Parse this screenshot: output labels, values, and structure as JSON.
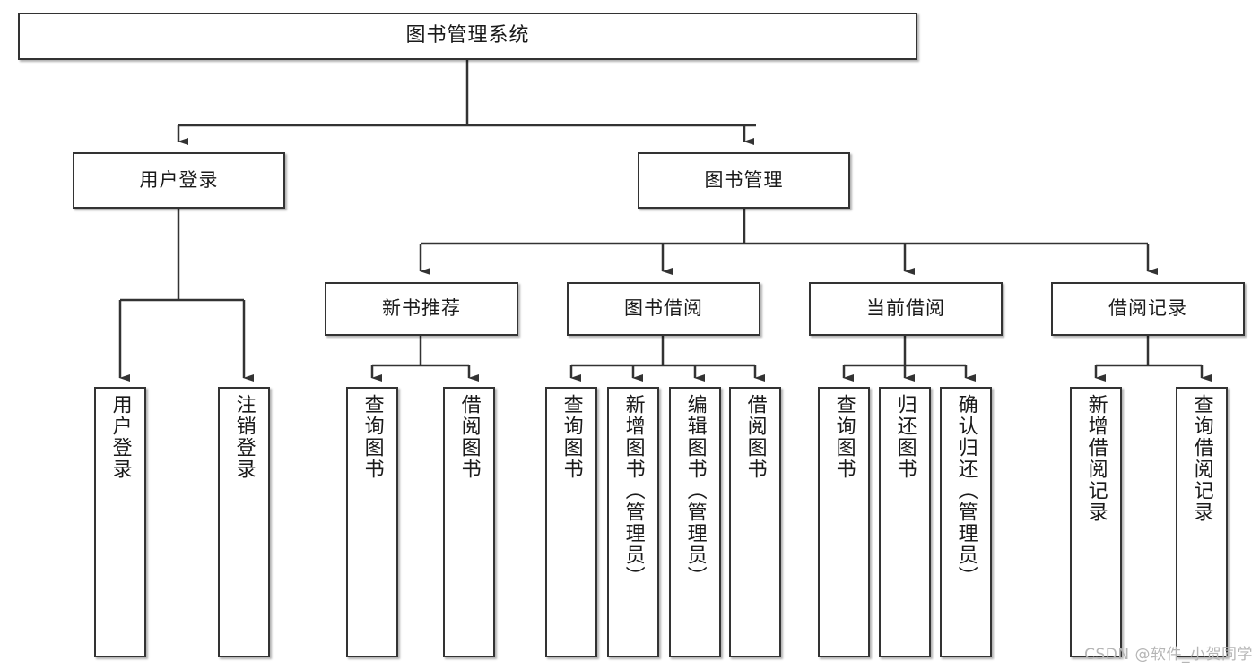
{
  "diagram": {
    "type": "tree-hierarchy",
    "title": "图书管理系统",
    "watermark": "CSDN @软件_小贺同学",
    "colors": {
      "box_border": "#333333",
      "box_fill": "#ffffff",
      "edge": "#333333",
      "text": "#1a1a1a",
      "watermark": "#b5b5b5",
      "canvas": "#ffffff"
    },
    "levels": [
      {
        "level": 1,
        "nodes": [
          {
            "id": "root",
            "label": "图书管理系统",
            "orientation": "horizontal"
          }
        ]
      },
      {
        "level": 2,
        "nodes": [
          {
            "id": "login",
            "label": "用户登录",
            "orientation": "horizontal",
            "parent": "root"
          },
          {
            "id": "bookmgmt",
            "label": "图书管理",
            "orientation": "horizontal",
            "parent": "root"
          }
        ]
      },
      {
        "level": 3,
        "nodes": [
          {
            "id": "newbook",
            "label": "新书推荐",
            "orientation": "horizontal",
            "parent": "bookmgmt"
          },
          {
            "id": "borrow",
            "label": "图书借阅",
            "orientation": "horizontal",
            "parent": "bookmgmt"
          },
          {
            "id": "current",
            "label": "当前借阅",
            "orientation": "horizontal",
            "parent": "bookmgmt"
          },
          {
            "id": "record",
            "label": "借阅记录",
            "orientation": "horizontal",
            "parent": "bookmgmt"
          }
        ]
      },
      {
        "level": 4,
        "nodes": [
          {
            "id": "leaf-login-1",
            "label": "用户登录",
            "orientation": "vertical",
            "parent": "login"
          },
          {
            "id": "leaf-login-2",
            "label": "注销登录",
            "orientation": "vertical",
            "parent": "login"
          },
          {
            "id": "leaf-newbook-1",
            "label": "查询图书",
            "orientation": "vertical",
            "parent": "newbook"
          },
          {
            "id": "leaf-newbook-2",
            "label": "借阅图书",
            "orientation": "vertical",
            "parent": "newbook"
          },
          {
            "id": "leaf-borrow-1",
            "label": "查询图书",
            "orientation": "vertical",
            "parent": "borrow"
          },
          {
            "id": "leaf-borrow-2",
            "label": "新增图书（管理员）",
            "orientation": "vertical",
            "parent": "borrow"
          },
          {
            "id": "leaf-borrow-3",
            "label": "编辑图书（管理员）",
            "orientation": "vertical",
            "parent": "borrow"
          },
          {
            "id": "leaf-borrow-4",
            "label": "借阅图书",
            "orientation": "vertical",
            "parent": "borrow"
          },
          {
            "id": "leaf-current-1",
            "label": "查询图书",
            "orientation": "vertical",
            "parent": "current"
          },
          {
            "id": "leaf-current-2",
            "label": "归还图书",
            "orientation": "vertical",
            "parent": "current"
          },
          {
            "id": "leaf-current-3",
            "label": "确认归还（管理员）",
            "orientation": "vertical",
            "parent": "current"
          },
          {
            "id": "leaf-record-1",
            "label": "新增借阅记录",
            "orientation": "vertical",
            "parent": "record"
          },
          {
            "id": "leaf-record-2",
            "label": "查询借阅记录",
            "orientation": "vertical",
            "parent": "record"
          }
        ]
      }
    ]
  }
}
